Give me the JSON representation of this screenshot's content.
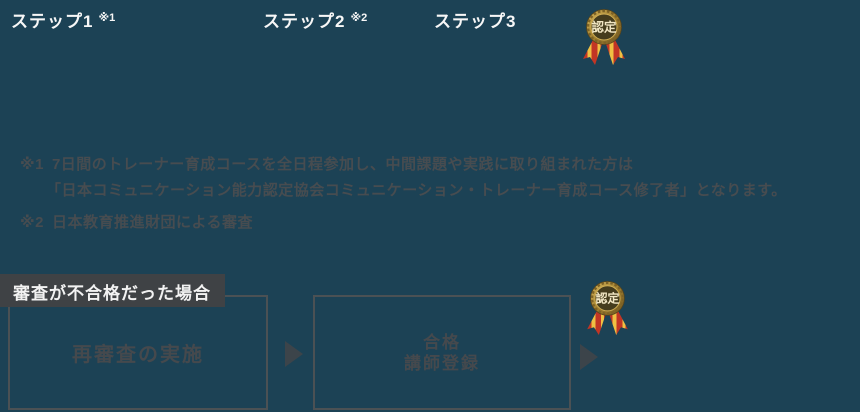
{
  "steps": [
    {
      "label": "ステップ1",
      "note_ref": "※1"
    },
    {
      "label": "ステップ2",
      "note_ref": "※2"
    },
    {
      "label": "ステップ3",
      "note_ref": ""
    }
  ],
  "badge": {
    "label": "認定"
  },
  "notes": [
    {
      "marker": "※1",
      "line1": "7日間のトレーナー育成コースを全日程参加し、中間課題や実践に取り組まれた方は",
      "line2": "「日本コミュニケーション能力認定協会コミュニケーション・トレーナー育成コース修了者」となります。"
    },
    {
      "marker": "※2",
      "line1": "日本教育推進財団による審査"
    }
  ],
  "fail_flow": {
    "label": "審査が不合格だった場合",
    "box1_title": "再審査の実施",
    "box2_line1": "合格",
    "box2_line2": "講師登録"
  },
  "colors": {
    "background": "#1c4255",
    "muted_text": "#474c50",
    "box_border": "#4b5154",
    "label_bg": "#3f4245",
    "white_text": "#f7f7f7",
    "medal_gold": "#a07f2f",
    "ribbon_red": "#c23524",
    "ribbon_yellow": "#efc043"
  }
}
